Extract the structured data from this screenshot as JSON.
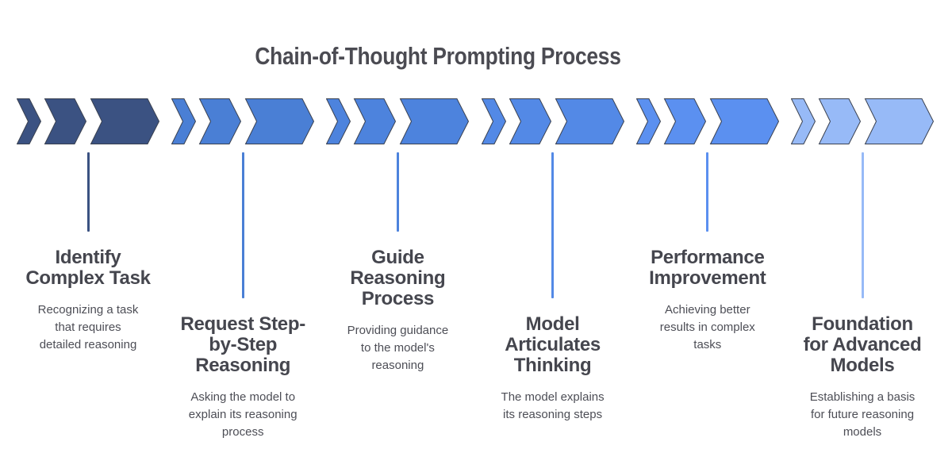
{
  "title": "Chain-of-Thought Prompting Process",
  "colors": {
    "heading_text": "#4B4B52",
    "step_title_text": "#45464E",
    "step_desc_text": "#4D4E56",
    "chevron_outline": "#3A4150",
    "background": "#FFFFFF"
  },
  "steps": [
    {
      "title": "Identify Complex Task",
      "title_lines": [
        "Identify",
        "Complex Task"
      ],
      "desc_lines": [
        "Recognizing a task",
        "that requires",
        "detailed reasoning"
      ],
      "description": "Recognizing a task that requires detailed reasoning",
      "color": "#3B5282"
    },
    {
      "title": "Request Step-by-Step Reasoning",
      "title_lines": [
        "Request Step-",
        "by-Step",
        "Reasoning"
      ],
      "desc_lines": [
        "Asking the model to",
        "explain its reasoning",
        "process"
      ],
      "description": "Asking the model to explain its reasoning process",
      "color": "#4A7FD5"
    },
    {
      "title": "Guide Reasoning Process",
      "title_lines": [
        "Guide",
        "Reasoning",
        "Process"
      ],
      "desc_lines": [
        "Providing guidance",
        "to the model's",
        "reasoning"
      ],
      "description": "Providing guidance to the model's reasoning",
      "color": "#4D83DD"
    },
    {
      "title": "Model Articulates Thinking",
      "title_lines": [
        "Model",
        "Articulates",
        "Thinking"
      ],
      "desc_lines": [
        "The model explains",
        "its reasoning steps"
      ],
      "description": "The model explains its reasoning steps",
      "color": "#5389E6"
    },
    {
      "title": "Performance Improvement",
      "title_lines": [
        "Performance",
        "Improvement"
      ],
      "desc_lines": [
        "Achieving better",
        "results in complex",
        "tasks"
      ],
      "description": "Achieving better results in complex tasks",
      "color": "#5B90F0"
    },
    {
      "title": "Foundation for Advanced Models",
      "title_lines": [
        "Foundation",
        "for Advanced",
        "Models"
      ],
      "desc_lines": [
        "Establishing a basis",
        "for future reasoning",
        "models"
      ],
      "description": "Establishing a basis for future reasoning models",
      "color": "#97BAF7"
    }
  ]
}
